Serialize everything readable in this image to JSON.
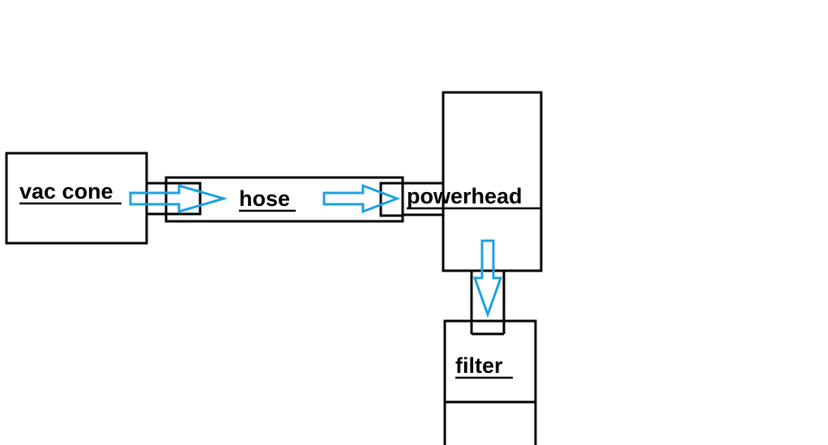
{
  "labels": {
    "vac_cone": "vac cone",
    "hose": "hose",
    "powerhead": "powerhead",
    "filter": "filter"
  },
  "colors": {
    "outline": "#000000",
    "flow_arrow": "#1ba1e2",
    "background": "#ffffff"
  },
  "arrows": [
    {
      "name": "flow-arrow-vac-cone-to-hose",
      "direction": "right"
    },
    {
      "name": "flow-arrow-hose-to-powerhead",
      "direction": "right"
    },
    {
      "name": "flow-arrow-powerhead-to-filter",
      "direction": "down"
    }
  ]
}
